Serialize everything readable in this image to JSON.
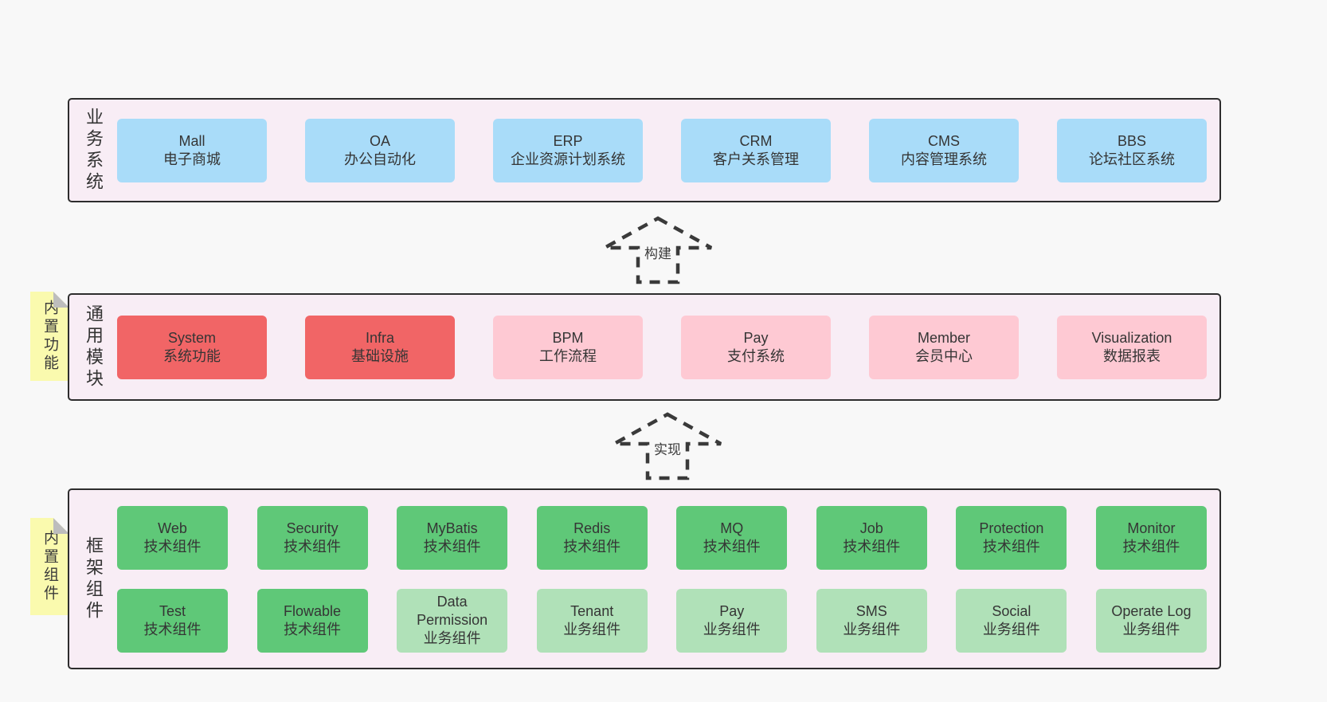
{
  "colors": {
    "page_bg": "#f8f8f8",
    "panel_bg": "#f8edf5",
    "panel_border": "#2d2d2d",
    "blue_box": "#a9dcf9",
    "red_box": "#f16566",
    "pink_box": "#fec9d3",
    "green_box": "#5fc878",
    "light_green_box": "#b0e1b8",
    "yellow_tag": "#fafaae",
    "tag_fold": "#bdbdbd",
    "text": "#353535"
  },
  "layer1": {
    "label": "业务系统",
    "boxes": [
      {
        "title": "Mall",
        "subtitle": "电子商城"
      },
      {
        "title": "OA",
        "subtitle": "办公自动化"
      },
      {
        "title": "ERP",
        "subtitle": "企业资源计划系统"
      },
      {
        "title": "CRM",
        "subtitle": "客户关系管理"
      },
      {
        "title": "CMS",
        "subtitle": "内容管理系统"
      },
      {
        "title": "BBS",
        "subtitle": "论坛社区系统"
      }
    ]
  },
  "arrow1": {
    "label": "构建"
  },
  "layer2": {
    "label": "通用模块",
    "tag": "内置功能",
    "boxes": [
      {
        "title": "System",
        "subtitle": "系统功能",
        "variant": "red"
      },
      {
        "title": "Infra",
        "subtitle": "基础设施",
        "variant": "red"
      },
      {
        "title": "BPM",
        "subtitle": "工作流程",
        "variant": "pink"
      },
      {
        "title": "Pay",
        "subtitle": "支付系统",
        "variant": "pink"
      },
      {
        "title": "Member",
        "subtitle": "会员中心",
        "variant": "pink"
      },
      {
        "title": "Visualization",
        "subtitle": "数据报表",
        "variant": "pink"
      }
    ]
  },
  "arrow2": {
    "label": "实现"
  },
  "layer3": {
    "label": "框架组件",
    "tag": "内置组件",
    "row1": [
      {
        "title": "Web",
        "subtitle": "技术组件",
        "variant": "green"
      },
      {
        "title": "Security",
        "subtitle": "技术组件",
        "variant": "green"
      },
      {
        "title": "MyBatis",
        "subtitle": "技术组件",
        "variant": "green"
      },
      {
        "title": "Redis",
        "subtitle": "技术组件",
        "variant": "green"
      },
      {
        "title": "MQ",
        "subtitle": "技术组件",
        "variant": "green"
      },
      {
        "title": "Job",
        "subtitle": "技术组件",
        "variant": "green"
      },
      {
        "title": "Protection",
        "subtitle": "技术组件",
        "variant": "green"
      },
      {
        "title": "Monitor",
        "subtitle": "技术组件",
        "variant": "green"
      }
    ],
    "row2": [
      {
        "title": "Test",
        "subtitle": "技术组件",
        "variant": "green"
      },
      {
        "title": "Flowable",
        "subtitle": "技术组件",
        "variant": "green"
      },
      {
        "title": "Data Permission",
        "subtitle": "业务组件",
        "variant": "lightgreen"
      },
      {
        "title": "Tenant",
        "subtitle": "业务组件",
        "variant": "lightgreen"
      },
      {
        "title": "Pay",
        "subtitle": "业务组件",
        "variant": "lightgreen"
      },
      {
        "title": "SMS",
        "subtitle": "业务组件",
        "variant": "lightgreen"
      },
      {
        "title": "Social",
        "subtitle": "业务组件",
        "variant": "lightgreen"
      },
      {
        "title": "Operate Log",
        "subtitle": "业务组件",
        "variant": "lightgreen"
      }
    ]
  }
}
